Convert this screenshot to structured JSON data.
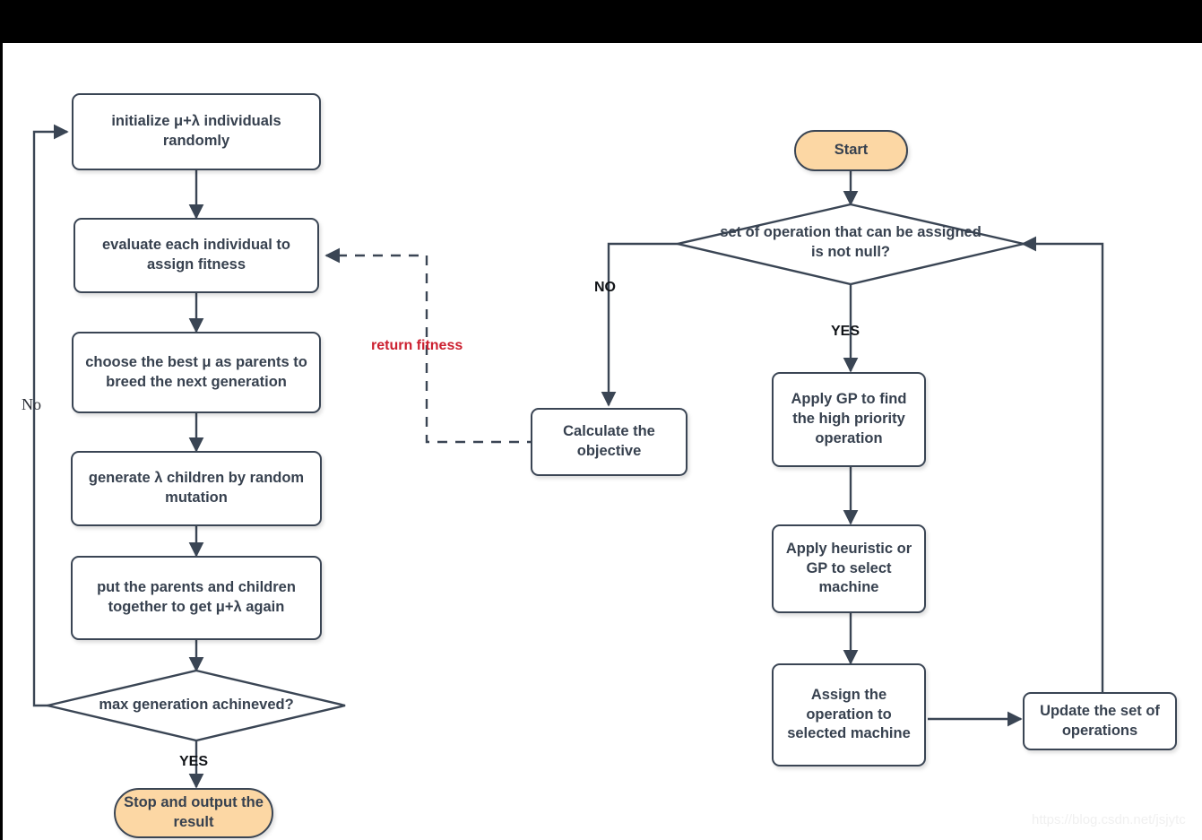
{
  "diagram": {
    "title": "Genetic Programming scheduling flowchart",
    "watermark": "https://blog.csdn.net/jsjytc",
    "colors": {
      "stroke": "#3a4554",
      "text": "#37414f",
      "terminal_fill": "#fcd7a4",
      "accent_red": "#cc2030",
      "background": "#ffffff",
      "topbar": "#000000"
    }
  },
  "left_flow": {
    "nodes": [
      {
        "id": "init",
        "label": "initialize μ+λ individuals randomly"
      },
      {
        "id": "evaluate",
        "label": "evaluate each individual to assign fitness"
      },
      {
        "id": "choose",
        "label": "choose the best μ as parents to breed the next generation"
      },
      {
        "id": "mutate",
        "label": "generate λ children by random mutation"
      },
      {
        "id": "combine",
        "label": "put the parents and children together to get μ+λ  again"
      },
      {
        "id": "maxgen",
        "label": "max generation achineved?"
      },
      {
        "id": "stop",
        "label": "Stop and output the result"
      }
    ],
    "edge_labels": {
      "no_loop": "No",
      "yes_to_stop": "YES"
    }
  },
  "middle_flow": {
    "nodes": [
      {
        "id": "calculate",
        "label": "Calculate the objective"
      }
    ],
    "edge_labels": {
      "return_fitness": "return fitness"
    }
  },
  "right_flow": {
    "nodes": [
      {
        "id": "start",
        "label": "Start"
      },
      {
        "id": "decision",
        "label": "set of operation that can be assigned is not  null?"
      },
      {
        "id": "apply_gp",
        "label": "Apply GP to find the high priority operation"
      },
      {
        "id": "apply_heuristic",
        "label": "Apply  heuristic or GP to  select machine"
      },
      {
        "id": "assign",
        "label": "Assign the operation  to selected machine"
      },
      {
        "id": "update",
        "label": "Update the set of operations"
      }
    ],
    "edge_labels": {
      "no_branch": "NO",
      "yes_branch": "YES"
    }
  }
}
